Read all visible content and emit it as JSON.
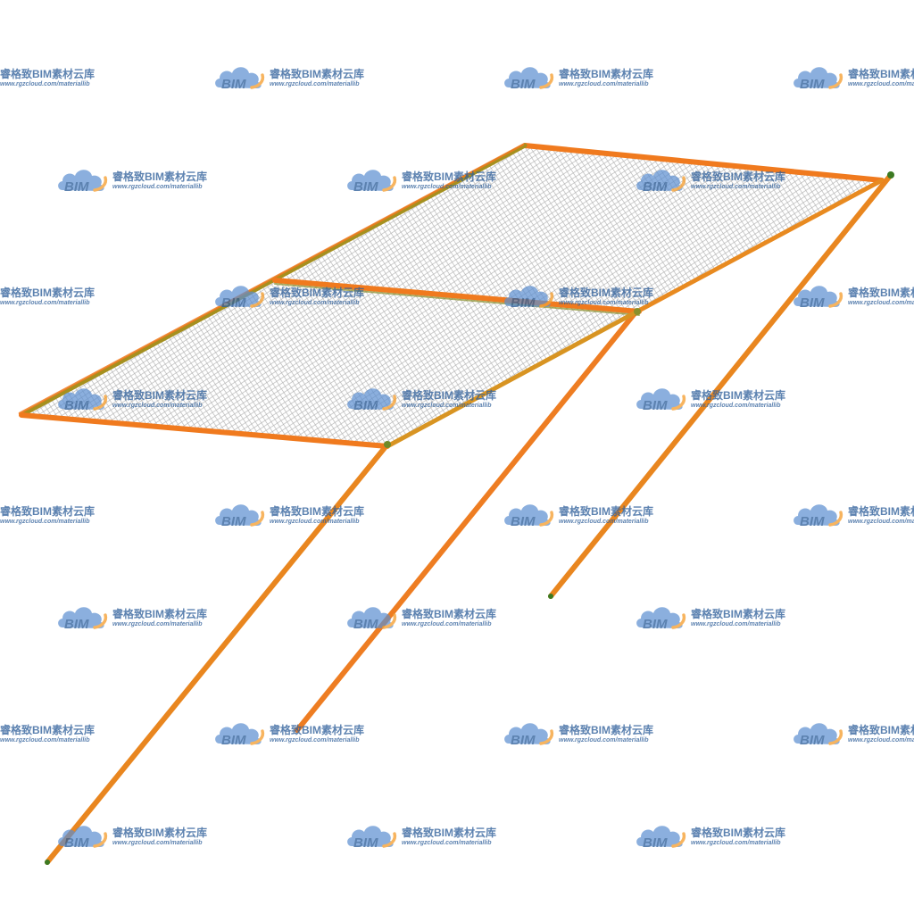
{
  "watermark": {
    "logo_text": "BIM",
    "title": "睿格致BIM素材云库",
    "url": "www.rgzcloud.com/materiallib"
  },
  "colors": {
    "background": "#ffffff",
    "frame_orange": "#f07a1e",
    "frame_olive": "#8a8f2a",
    "post_green": "#3c7a22",
    "mesh": "#a8a8a8",
    "cloud_blue": "#5b8ed0",
    "cloud_orange": "#f5a033",
    "watermark_text": "#2f5f9a"
  },
  "icons": [
    "cloud-logo-icon"
  ]
}
